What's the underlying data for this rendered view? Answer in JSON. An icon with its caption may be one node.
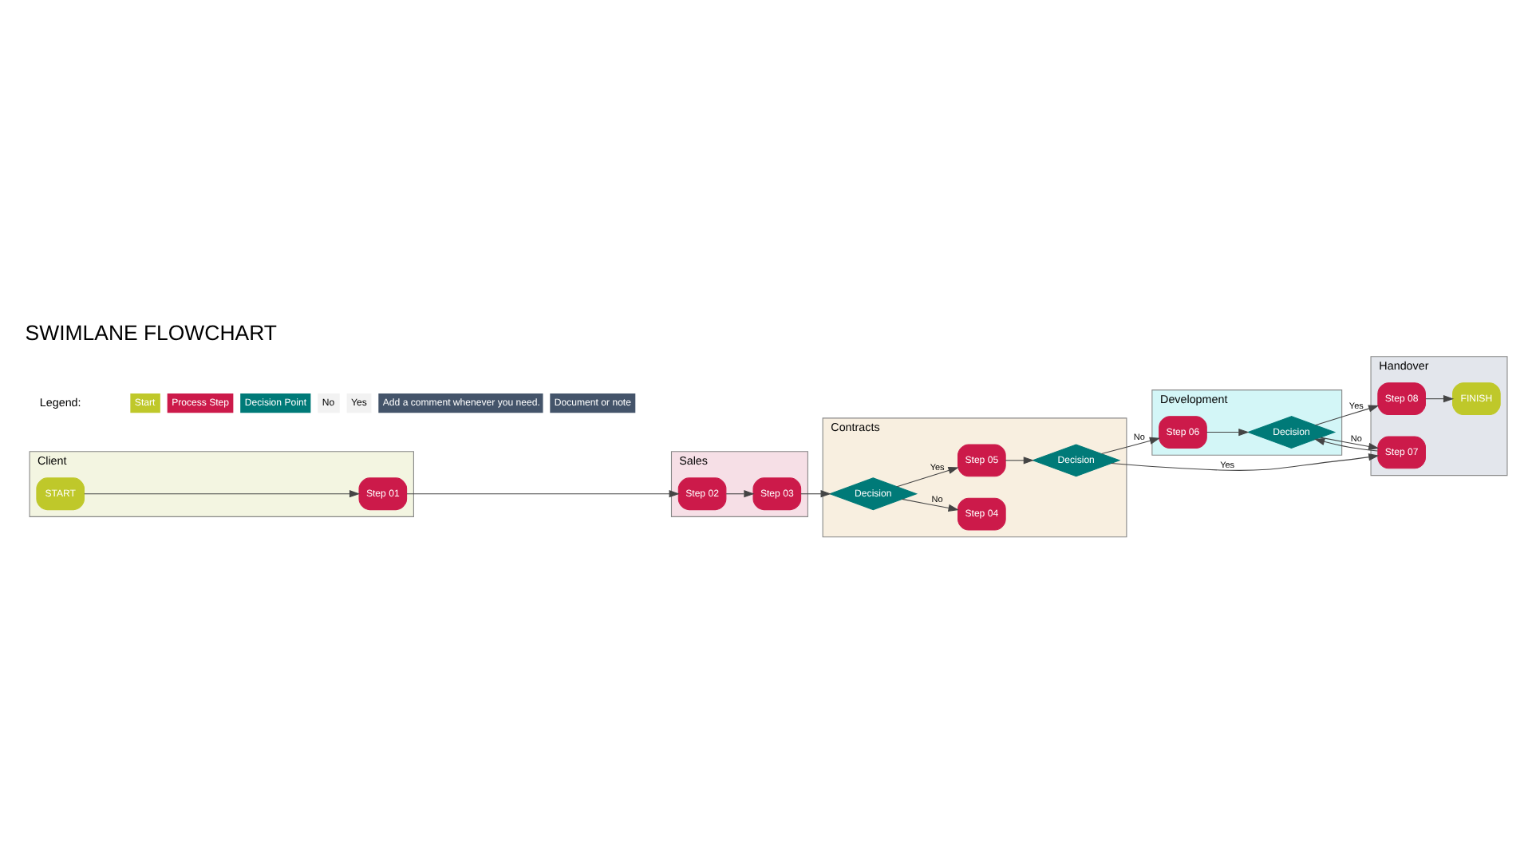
{
  "diagram": {
    "title": "SWIMLANE FLOWCHART",
    "nodes": [
      {
        "text": [
          "Client"
        ]
      },
      {
        "text": [
          "START"
        ],
        "in": 0
      },
      {
        "text": [
          "Step 01"
        ],
        "in": 0
      },
      {
        "text": [
          "Sales"
        ]
      },
      {
        "text": [
          "Step 02"
        ],
        "in": 3
      },
      {
        "text": [
          "Step 03"
        ],
        "in": 3
      },
      {
        "text": [
          "Contracts"
        ]
      },
      {
        "text": [
          "Decision"
        ],
        "in": 6
      },
      {
        "text": [
          "Step 04"
        ],
        "in": 6
      },
      {
        "text": [
          "Step 05"
        ],
        "in": 6
      },
      {
        "text": [
          "Decision"
        ],
        "in": 6
      },
      {
        "text": [
          "Development"
        ]
      },
      {
        "text": [
          "Step 06"
        ],
        "in": 11
      },
      {
        "text": [
          "Decision"
        ],
        "in": 11
      },
      {
        "text": [
          "Handover"
        ]
      },
      {
        "text": [
          "FINISH"
        ],
        "in": 14
      },
      {
        "text": [
          "Step 08"
        ],
        "in": 14
      },
      {
        "text": [
          "Step 07"
        ],
        "in": 14
      }
    ],
    "edges": [
      {
        "from": 1,
        "to": 2,
        "arrow": "to"
      },
      {
        "from": 2,
        "to": 4,
        "arrow": "to"
      },
      {
        "from": 4,
        "to": 5,
        "arrow": "to"
      },
      {
        "from": 5,
        "to": 7,
        "arrow": "to"
      },
      {
        "from": 7,
        "to": 8,
        "arrow": "to",
        "label": "No"
      },
      {
        "from": 7,
        "to": 9,
        "arrow": "to",
        "label": "Yes"
      },
      {
        "from": 9,
        "to": 10,
        "arrow": "to"
      },
      {
        "from": 10,
        "to": 12,
        "arrow": "to",
        "label": "No"
      },
      {
        "from": 10,
        "to": 17,
        "arrow": "to",
        "label": "Yes"
      },
      {
        "from": 12,
        "to": 13,
        "arrow": "to"
      },
      {
        "from": 13,
        "to": 16,
        "arrow": "to",
        "label": "Yes"
      },
      {
        "from": 13,
        "to": 17,
        "arrow": "to",
        "label": "No"
      },
      {
        "from": 17,
        "to": 13,
        "arrow": "to"
      },
      {
        "from": 16,
        "to": 15,
        "arrow": "to"
      }
    ],
    "labels": [
      "Legend:"
    ],
    "legend": [
      {
        "text": "Start"
      },
      {
        "text": "Process Step"
      },
      {
        "text": "Decision Point"
      },
      {
        "text": "No"
      },
      {
        "text": "Yes"
      },
      {
        "text": "Add a comment whenever you need."
      },
      {
        "text": "Document or note"
      }
    ]
  }
}
